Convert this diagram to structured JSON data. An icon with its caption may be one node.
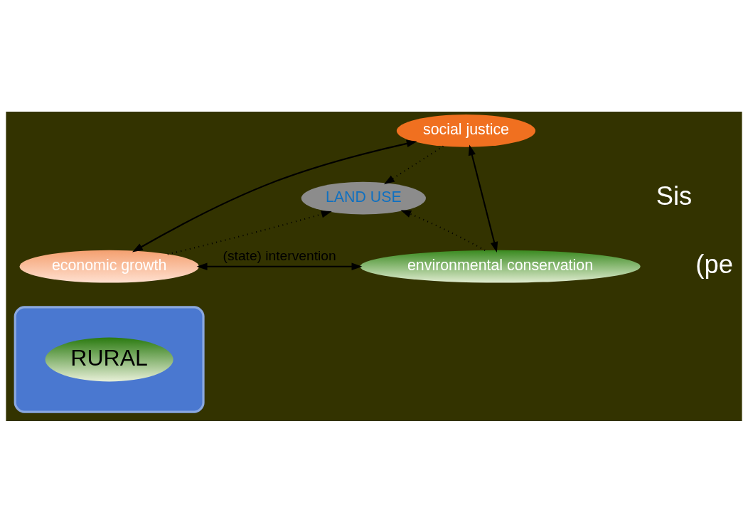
{
  "diagram": {
    "nodes": [
      {
        "text": [
          "social justice"
        ]
      },
      {
        "text": [
          "LAND USE"
        ]
      },
      {
        "text": [
          "economic growth"
        ]
      },
      {
        "text": [
          "environmental conservation"
        ]
      },
      {
        "text": [],
        "shape": "ellipse"
      },
      {
        "text": [
          "RURAL"
        ],
        "in": 4
      }
    ],
    "edges": [
      {
        "from": 0,
        "to": 2,
        "arrow": "both"
      },
      {
        "from": 0,
        "to": 3,
        "arrow": "both"
      },
      {
        "from": 0,
        "to": 1,
        "arrow": "to",
        "style": "dashed"
      },
      {
        "from": 2,
        "to": 1,
        "arrow": "to",
        "style": "dashed"
      },
      {
        "from": 3,
        "to": 1,
        "arrow": "to",
        "style": "dashed"
      },
      {
        "from": 2,
        "to": 3,
        "label": "(state) intervention",
        "arrow": "both"
      }
    ],
    "labels": [
      "Sis",
      "(pe"
    ]
  }
}
